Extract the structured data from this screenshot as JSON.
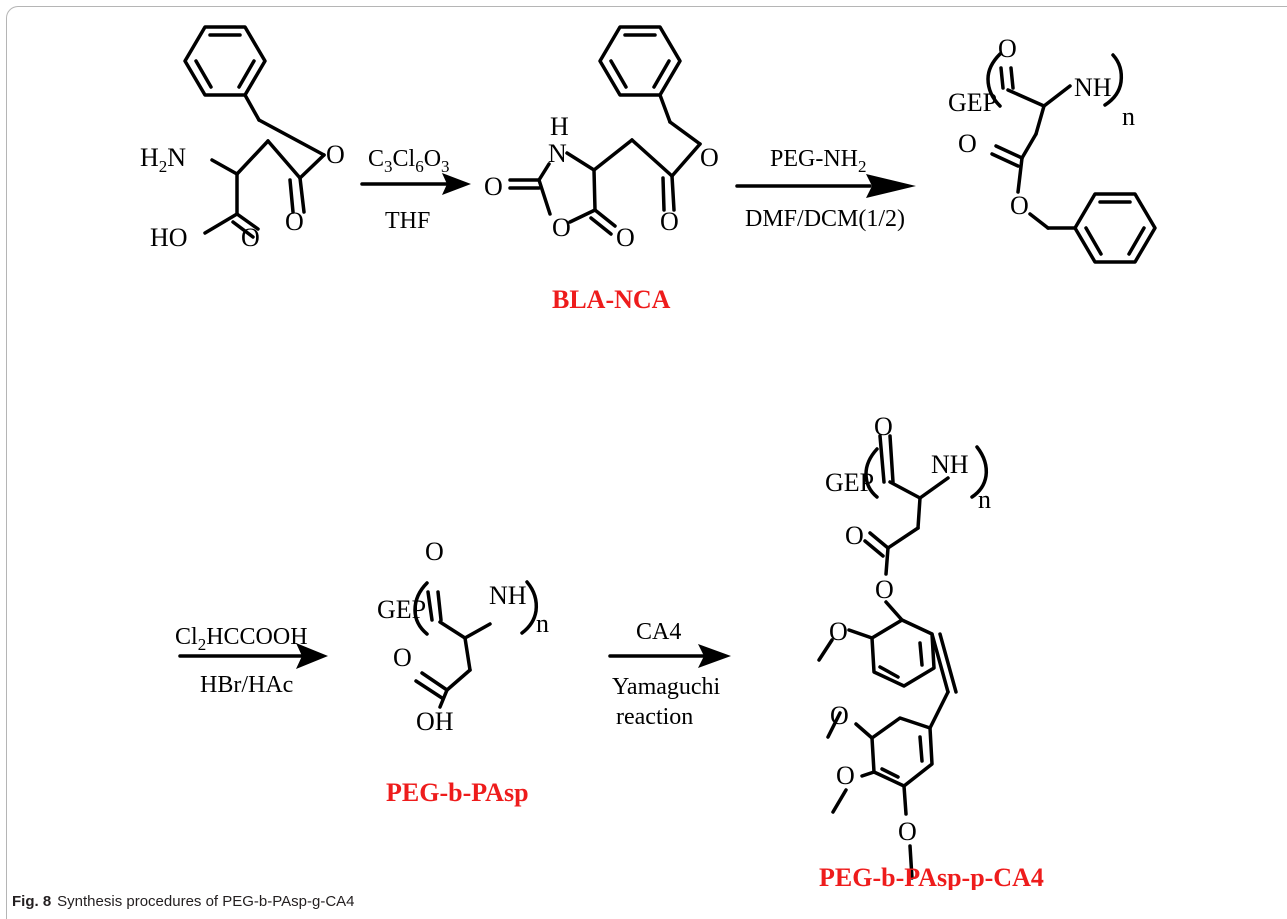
{
  "scheme": {
    "start_material": {
      "amine": "H",
      "amine_sub": "2",
      "amine_n": "N",
      "ester_o": "O",
      "ester_co": "O",
      "acid_ho": "HO",
      "acid_co": "O"
    },
    "step1": {
      "reagent": "C",
      "reagent_sub1": "3",
      "reagent_cl": "Cl",
      "reagent_sub2": "6",
      "reagent_o": "O",
      "reagent_sub3": "3",
      "solvent": "THF"
    },
    "bla_nca": {
      "nh_h": "H",
      "nh_n": "N",
      "ring_co_left": "O",
      "ring_o": "O",
      "ring_co_right": "O",
      "ester_o": "O",
      "ester_co": "O",
      "name": "BLA-NCA"
    },
    "step2": {
      "reagent": "PEG-NH",
      "reagent_sub": "2",
      "solvent": "DMF/DCM(1/2)"
    },
    "peg_pbla": {
      "co": "O",
      "peg": "GEP",
      "nh": "NH",
      "n": "n",
      "ester_co": "O",
      "ester_o": "O"
    },
    "step3": {
      "reagent": "Cl",
      "reagent_sub": "2",
      "reagent_rest": "HCCOOH",
      "reagent2": "HBr/HAc"
    },
    "peg_b_pasp": {
      "co": "O",
      "peg": "GEP",
      "nh": "NH",
      "n": "n",
      "acid_co": "O",
      "acid_oh": "OH",
      "name": "PEG-b-PAsp"
    },
    "step4": {
      "reagent": "CA4",
      "method_line1": "Yamaguchi",
      "method_line2": "reaction"
    },
    "product": {
      "co": "O",
      "peg": "GEP",
      "nh": "NH",
      "n": "n",
      "ester_co": "O",
      "ester_o": "O",
      "ome1": "O",
      "ome2": "O",
      "ome3": "O",
      "ome4": "O",
      "name": "PEG-b-PAsp-p-CA4"
    }
  },
  "caption": {
    "label": "Fig. 8",
    "text": "Synthesis procedures of PEG-b-PAsp-g-CA4"
  },
  "colors": {
    "compound_name": "#ee1c1c",
    "bonds": "#000000",
    "frame": "#b5b5b5"
  }
}
